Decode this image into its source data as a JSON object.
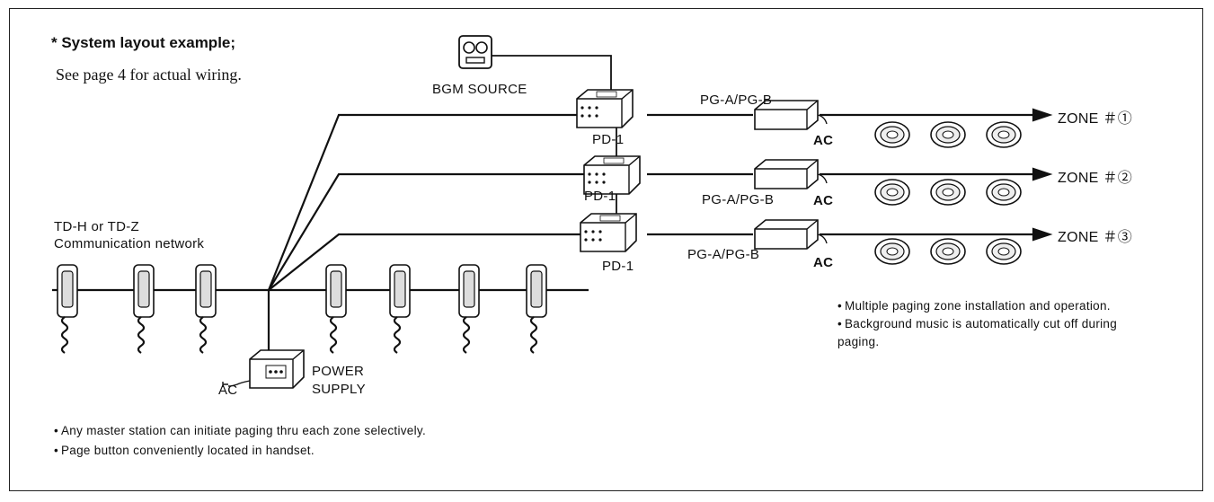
{
  "title": "* System layout example;",
  "subtitle": "See page 4 for actual wiring.",
  "labels": {
    "bgm_source": "BGM SOURCE",
    "pd1_a": "PD-1",
    "pd1_b": "PD-1",
    "pd1_c": "PD-1",
    "pg_a": "PG-A/PG-B",
    "pg_b": "PG-A/PG-B",
    "pg_c": "PG-A/PG-B",
    "ac_1": "AC",
    "ac_2": "AC",
    "ac_3": "AC",
    "ac_power": "AC",
    "network_line1": "TD-H or TD-Z",
    "network_line2": "Communication network",
    "power_supply_line1": "POWER",
    "power_supply_line2": "SUPPLY",
    "zone_1": "ZONE ＃①",
    "zone_2": "ZONE ＃②",
    "zone_3": "ZONE ＃③"
  },
  "notes_left": [
    "Any master station can initiate paging thru each zone selectively.",
    "Page button conveniently located in handset."
  ],
  "notes_right": [
    "Multiple paging zone installation and operation.",
    "Background music is automatically cut off during paging."
  ]
}
